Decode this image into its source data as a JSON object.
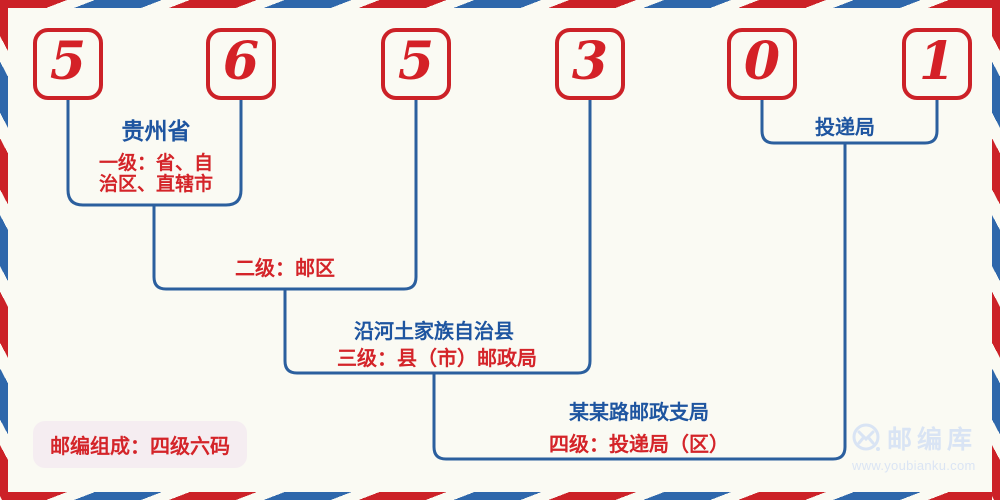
{
  "colors": {
    "red_stripe": "#cc2127",
    "blue_stripe": "#2e67ab",
    "blue_line": "#2b5f9e",
    "blue_text": "#1e55a0",
    "red_text": "#d42429",
    "background": "#fafaf3",
    "badge_background": "#f5edf1",
    "watermark": "#d9e4f4"
  },
  "postal_code": {
    "digits": [
      "5",
      "6",
      "5",
      "3",
      "0",
      "1"
    ]
  },
  "levels": {
    "level1": {
      "place": "贵州省",
      "description": "一级：省、自治区、直辖市"
    },
    "level2": {
      "description": "二级：邮区"
    },
    "level3": {
      "place": "沿河土家族自治县",
      "description": "三级：县（市）邮政局"
    },
    "level4": {
      "place": "某某路邮政支局",
      "description": "四级：投递局（区）"
    },
    "delivery": {
      "label": "投递局"
    }
  },
  "badge": {
    "text": "邮编组成：四级六码"
  },
  "watermark": {
    "icon": "envelope-circle-icon",
    "brand": "邮编库",
    "url": "www.youbianku.com"
  }
}
